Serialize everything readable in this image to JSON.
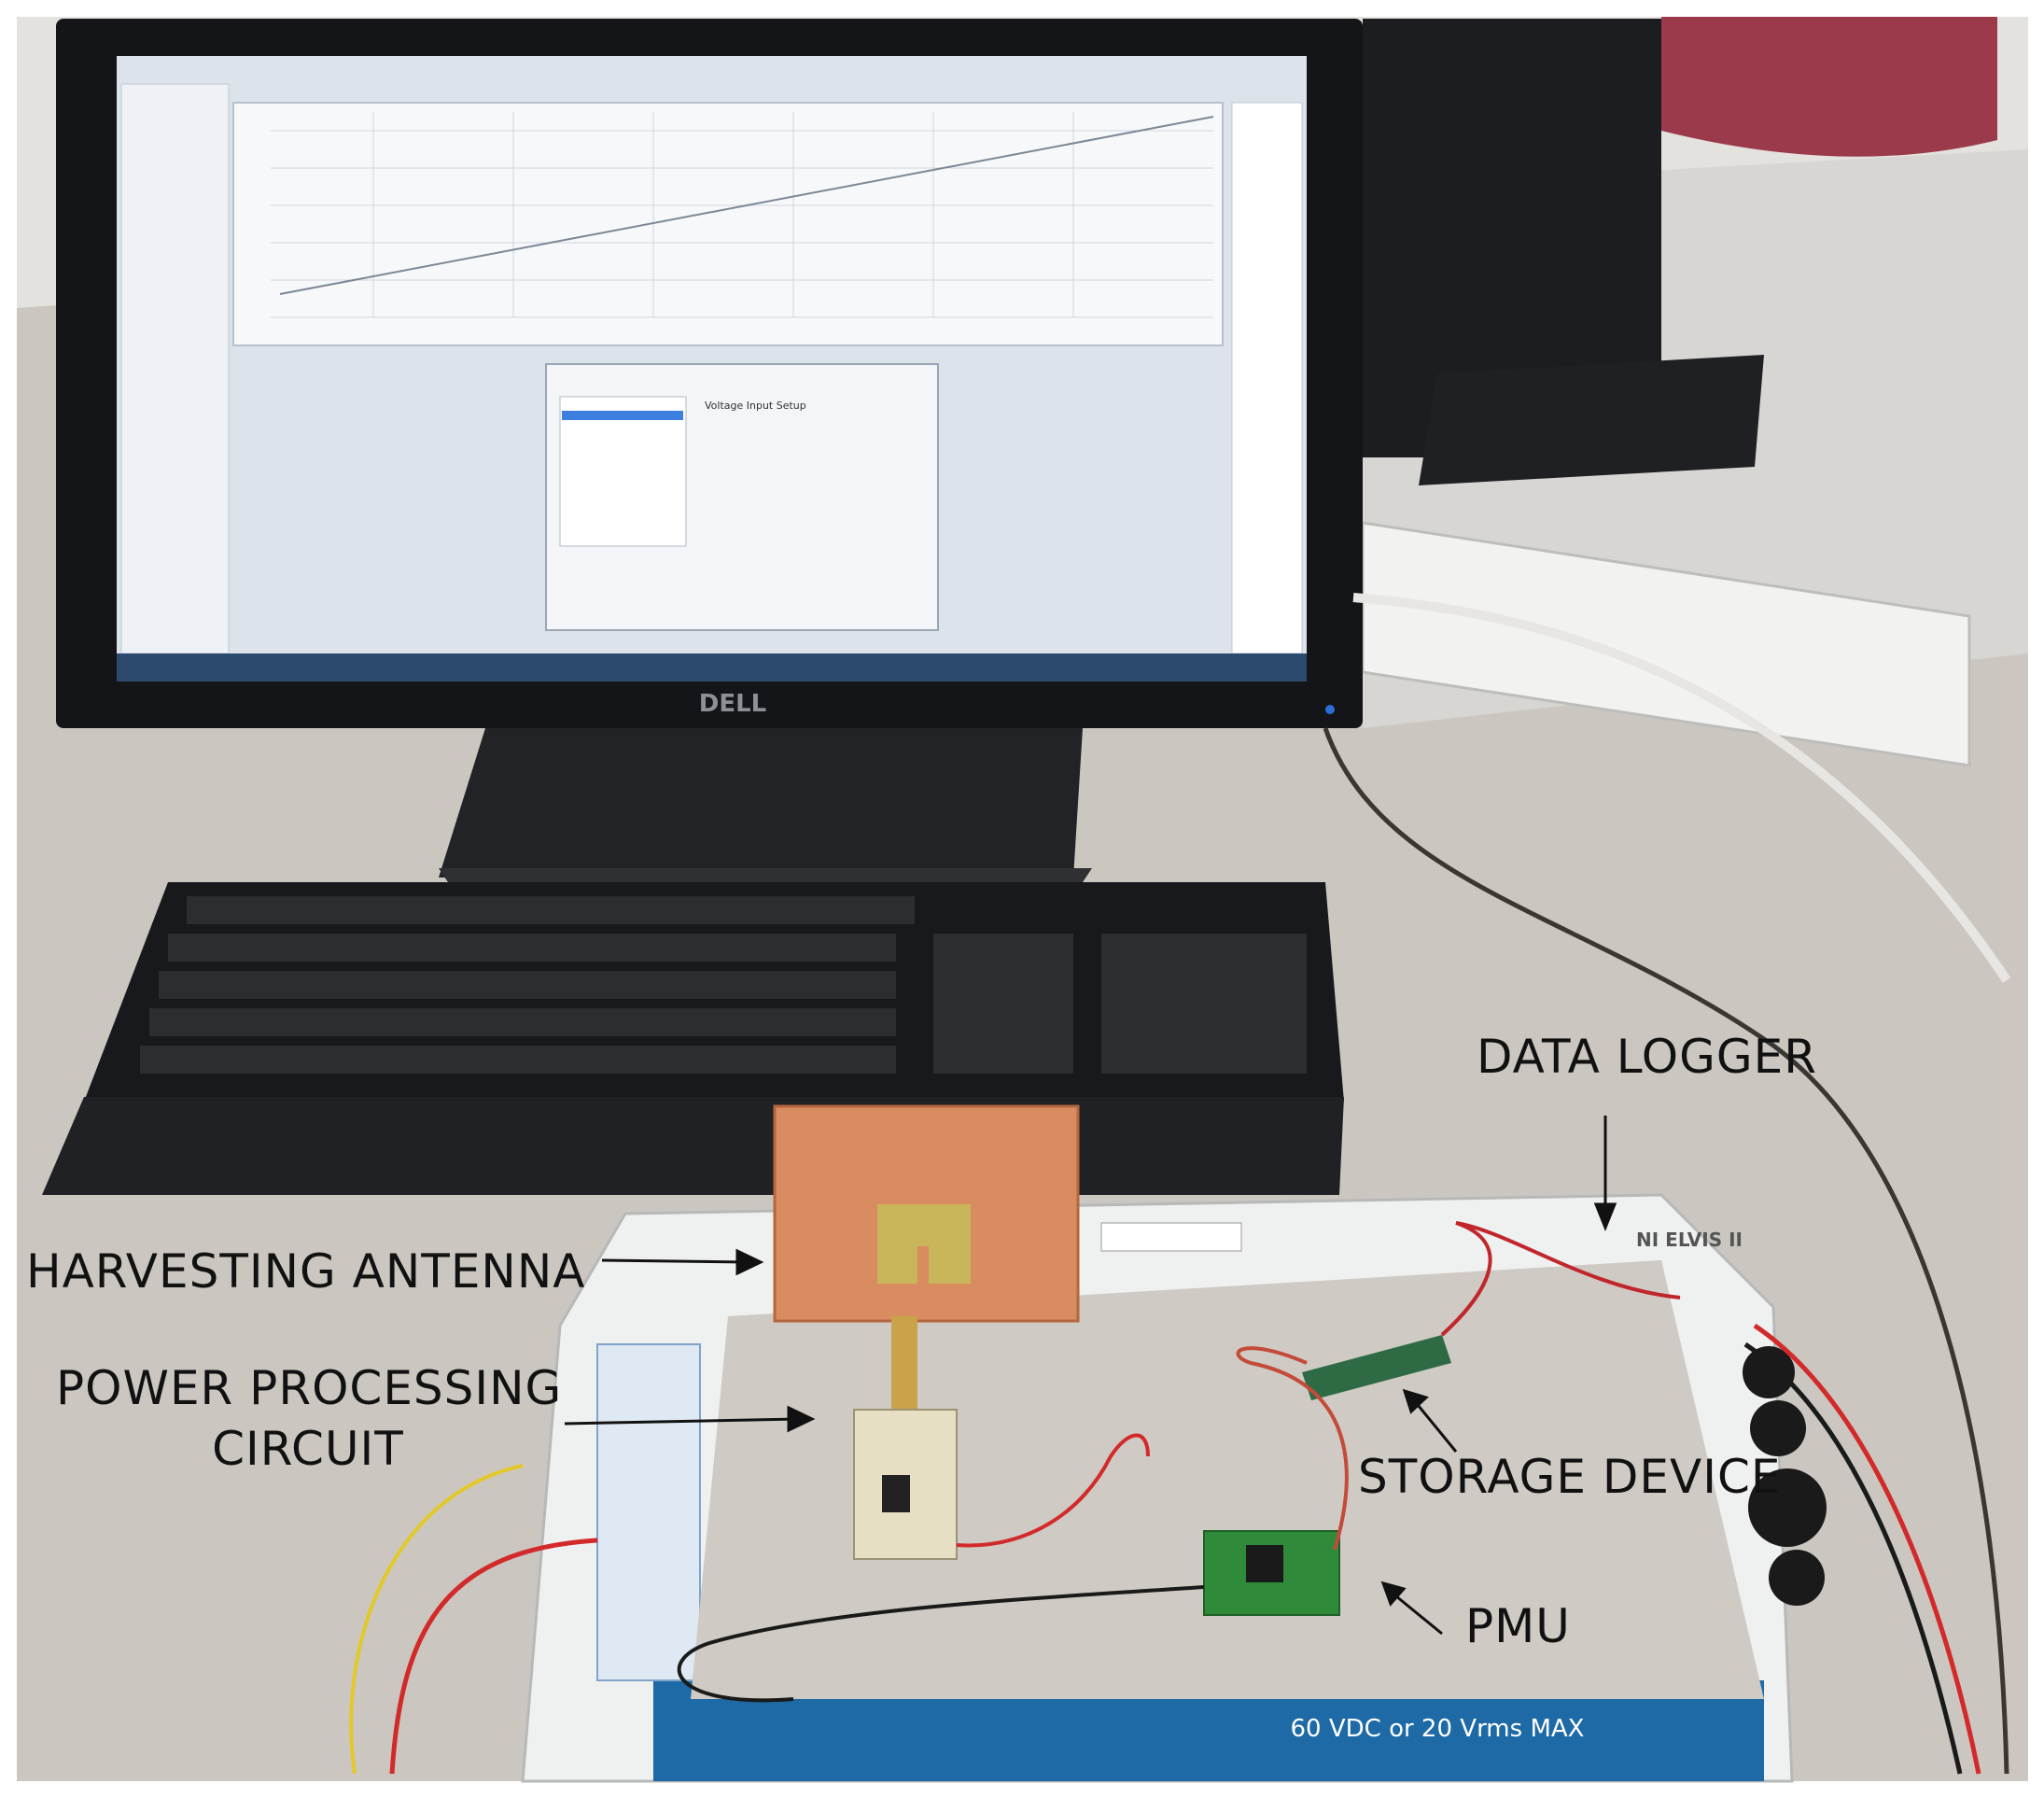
{
  "annotations": {
    "data_logger": "DATA LOGGER",
    "harvesting_antenna": "HARVESTING ANTENNA",
    "power_processing_line1": "POWER PROCESSING",
    "power_processing_line2": "CIRCUIT",
    "storage_device": "STORAGE DEVICE",
    "pmu": "PMU"
  },
  "monitor": {
    "brand": "DELL"
  },
  "screen": {
    "dialog_title": "Voltage Input Setup"
  },
  "device": {
    "name": "NI ELVIS II",
    "warning": "60 VDC or 20 Vrms MAX"
  },
  "colors": {
    "table": "#c9c6c0",
    "copper": "#d98c5f",
    "pcb_green": "#2f8a3a",
    "text": "#111111"
  }
}
